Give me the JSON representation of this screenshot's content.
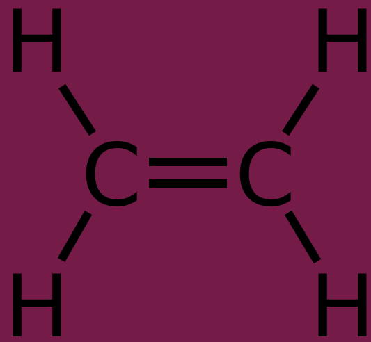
{
  "diagram": {
    "atoms": {
      "h_top_left": "H",
      "h_top_right": "H",
      "c_left": "C",
      "c_right": "C",
      "h_bottom_left": "H",
      "h_bottom_right": "H"
    }
  },
  "colors": {
    "background": "#741C47",
    "foreground": "#000000"
  }
}
